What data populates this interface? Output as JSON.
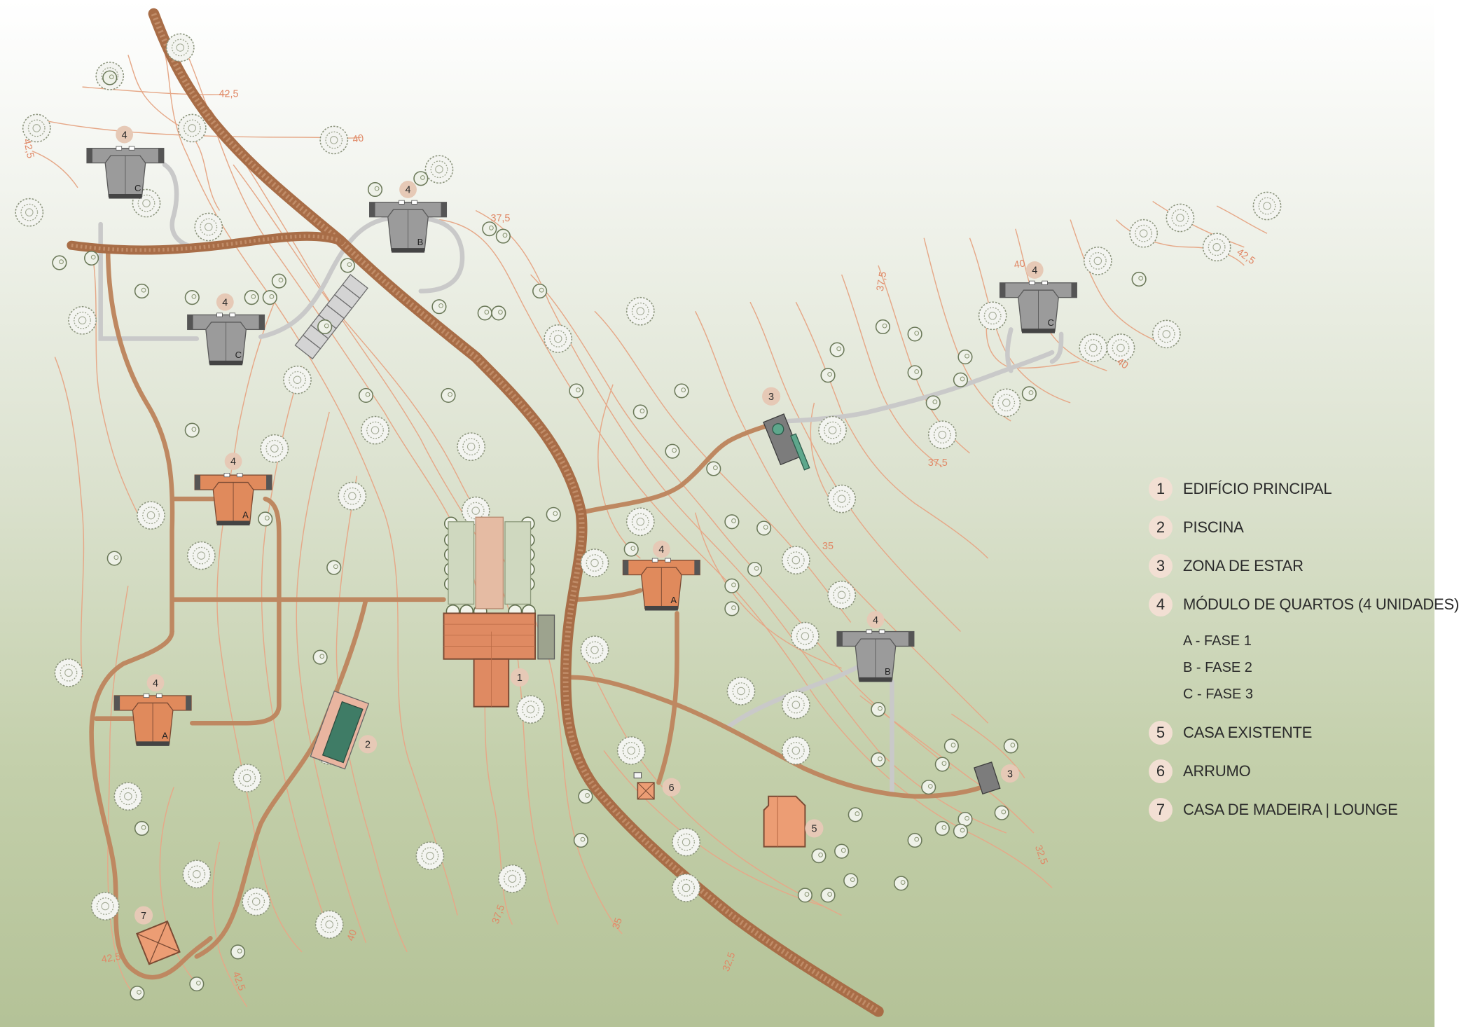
{
  "legend": {
    "items": [
      {
        "num": "1",
        "label": "EDIFÍCIO PRINCIPAL"
      },
      {
        "num": "2",
        "label": "PISCINA"
      },
      {
        "num": "3",
        "label": "ZONA DE ESTAR"
      },
      {
        "num": "4",
        "label": "MÓDULO DE QUARTOS (4 UNIDADES)"
      },
      {
        "num": "5",
        "label": "CASA EXISTENTE"
      },
      {
        "num": "6",
        "label": "ARRUMO"
      },
      {
        "num": "7",
        "label": "CASA DE MADEIRA | LOUNGE"
      }
    ],
    "phases": [
      "A - FASE 1",
      "B - FASE 2",
      "C - FASE 3"
    ]
  },
  "modules": [
    {
      "marker": "4",
      "phase": "C"
    },
    {
      "marker": "4",
      "phase": "B"
    },
    {
      "marker": "4",
      "phase": "C"
    },
    {
      "marker": "4",
      "phase": "C"
    },
    {
      "marker": "4",
      "phase": "A"
    },
    {
      "marker": "4",
      "phase": "A"
    },
    {
      "marker": "4",
      "phase": "A"
    },
    {
      "marker": "4",
      "phase": "B"
    }
  ],
  "site_markers": [
    "1",
    "2",
    "3",
    "3",
    "5",
    "6",
    "7"
  ],
  "contour_labels": [
    "42,5",
    "42,5",
    "40",
    "37,5",
    "37,5",
    "42,5",
    "40",
    "40",
    "37,5",
    "35",
    "32,5",
    "42,5",
    "42,5",
    "40",
    "37,5",
    "35",
    "32,5"
  ],
  "colors": {
    "road": "#b0764f",
    "path": "#bf8860",
    "gray_path": "#c7c7c7",
    "contour": "#e0a080",
    "orange_roof": "#e08a5c",
    "gray_roof": "#9b9b9b",
    "pool_water": "#3f7c66",
    "marker_fill": "#e6c9b6"
  }
}
